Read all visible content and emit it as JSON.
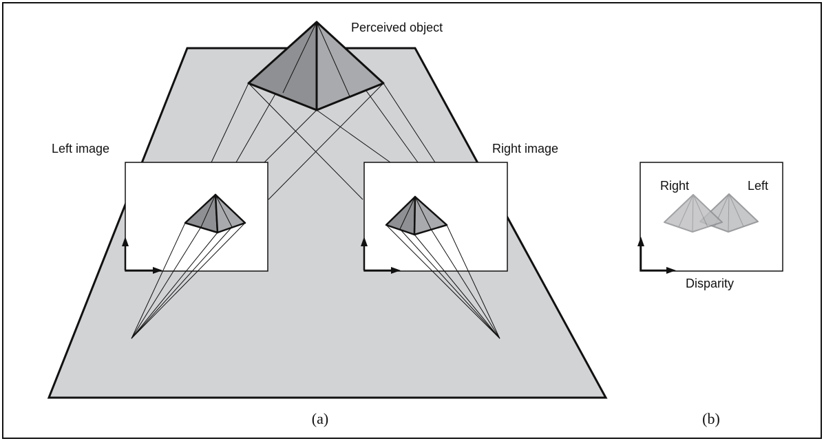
{
  "labels": {
    "perceived_object": "Perceived object",
    "left_image": "Left image",
    "right_image": "Right image",
    "inset_right": "Right",
    "inset_left": "Left",
    "disparity": "Disparity"
  },
  "captions": {
    "a": "(a)",
    "b": "(b)"
  },
  "colors": {
    "plane_fill": "#d2d3d5",
    "pyramid_front": "#8f9093",
    "pyramid_side": "#a9aaad",
    "inset_pyramid": "#bdbec0",
    "stroke": "#111111"
  }
}
